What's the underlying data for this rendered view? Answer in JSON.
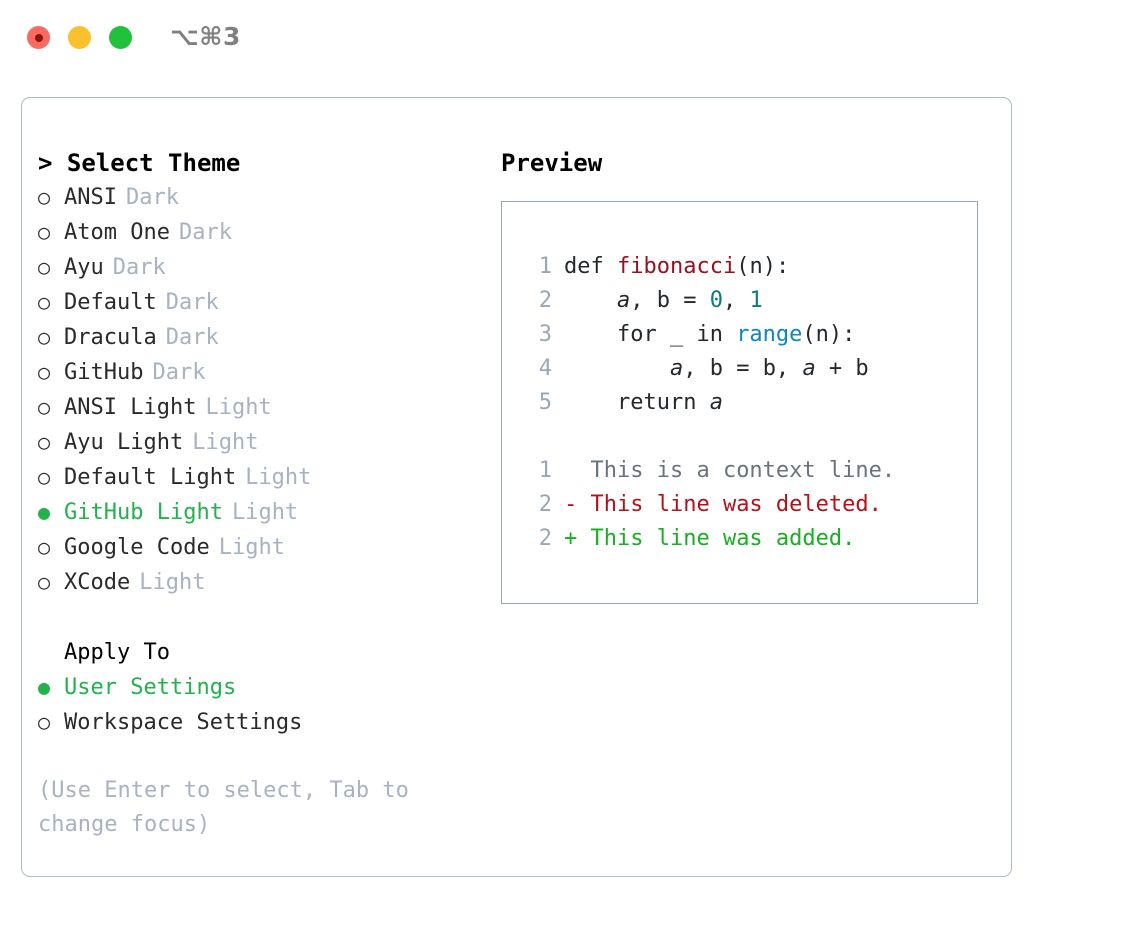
{
  "titlebar": {
    "shortcut": "⌥⌘3",
    "buttons": [
      {
        "name": "close",
        "color": "#fb6a5f"
      },
      {
        "name": "minimize",
        "color": "#fbc02d"
      },
      {
        "name": "zoom",
        "color": "#22c13c"
      }
    ]
  },
  "left": {
    "heading": "> Select Theme",
    "themes": [
      {
        "bullet": "○",
        "label": "ANSI",
        "kind": "Dark",
        "selected": false
      },
      {
        "bullet": "○",
        "label": "Atom One",
        "kind": "Dark",
        "selected": false
      },
      {
        "bullet": "○",
        "label": "Ayu",
        "kind": "Dark",
        "selected": false
      },
      {
        "bullet": "○",
        "label": "Default",
        "kind": "Dark",
        "selected": false
      },
      {
        "bullet": "○",
        "label": "Dracula",
        "kind": "Dark",
        "selected": false
      },
      {
        "bullet": "○",
        "label": "GitHub",
        "kind": "Dark",
        "selected": false
      },
      {
        "bullet": "○",
        "label": "ANSI Light",
        "kind": "Light",
        "selected": false
      },
      {
        "bullet": "○",
        "label": "Ayu Light",
        "kind": "Light",
        "selected": false
      },
      {
        "bullet": "○",
        "label": "Default Light",
        "kind": "Light",
        "selected": false
      },
      {
        "bullet": "●",
        "label": "GitHub Light",
        "kind": "Light",
        "selected": true
      },
      {
        "bullet": "○",
        "label": "Google Code",
        "kind": "Light",
        "selected": false
      },
      {
        "bullet": "○",
        "label": "XCode",
        "kind": "Light",
        "selected": false
      }
    ],
    "apply_to_heading": "Apply To",
    "apply_to_options": [
      {
        "bullet": "●",
        "label": "User Settings",
        "selected": true
      },
      {
        "bullet": "○",
        "label": "Workspace Settings",
        "selected": false
      }
    ],
    "hint": "(Use Enter to select, Tab to change focus)"
  },
  "right": {
    "heading": "Preview",
    "code_lines": [
      {
        "num": "1",
        "tokens": [
          {
            "t": "def ",
            "c": "plain"
          },
          {
            "t": "fibonacci",
            "c": "func"
          },
          {
            "t": "(n):",
            "c": "plain"
          }
        ]
      },
      {
        "num": "2",
        "tokens": [
          {
            "t": "    ",
            "c": "plain"
          },
          {
            "t": "a",
            "c": "var"
          },
          {
            "t": ", b = ",
            "c": "plain"
          },
          {
            "t": "0",
            "c": "num"
          },
          {
            "t": ", ",
            "c": "plain"
          },
          {
            "t": "1",
            "c": "num"
          }
        ]
      },
      {
        "num": "3",
        "tokens": [
          {
            "t": "    for _ in ",
            "c": "plain"
          },
          {
            "t": "range",
            "c": "call"
          },
          {
            "t": "(n):",
            "c": "plain"
          }
        ]
      },
      {
        "num": "4",
        "tokens": [
          {
            "t": "        ",
            "c": "plain"
          },
          {
            "t": "a",
            "c": "var"
          },
          {
            "t": ", b = b, ",
            "c": "plain"
          },
          {
            "t": "a",
            "c": "var"
          },
          {
            "t": " + b",
            "c": "plain"
          }
        ]
      },
      {
        "num": "5",
        "tokens": [
          {
            "t": "    return ",
            "c": "plain"
          },
          {
            "t": "a",
            "c": "var"
          }
        ]
      }
    ],
    "diff_lines": [
      {
        "num": "1",
        "marker": " ",
        "text": " This is a context line.",
        "kind": "ctx"
      },
      {
        "num": "2",
        "marker": "-",
        "text": " This line was deleted.",
        "kind": "del"
      },
      {
        "num": "2",
        "marker": "+",
        "text": " This line was added.",
        "kind": "add"
      }
    ]
  },
  "colors": {
    "accent_green": "#22b24c",
    "muted": "#a8b2c0",
    "border": "#aebac6",
    "preview_border": "#9aa7b5",
    "func": "#990f1f",
    "number": "#0b7c78",
    "call": "#1184c4",
    "diff_add": "#16b020",
    "diff_del": "#b31217",
    "diff_ctx": "#6a737d"
  }
}
